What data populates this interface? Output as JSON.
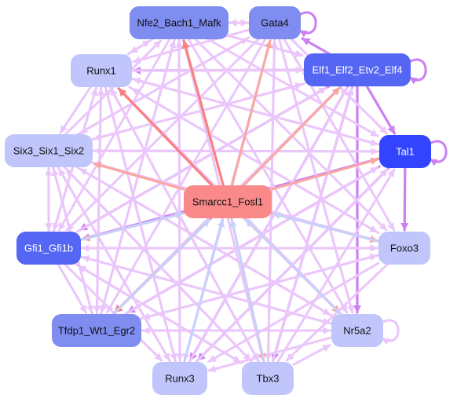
{
  "diagram": {
    "type": "gene-regulatory-network",
    "colors": {
      "hub": "#fa8a8a",
      "dark": "#3344ff",
      "medium": "#5566f5",
      "mid_light": "#7f8cf0",
      "light": "#c0c6fb",
      "edge_light": "#ebc6fb",
      "edge_purple": "#cc80f2",
      "edge_red": "#fa8080",
      "edge_salmon": "#faa6a0",
      "edge_blue": "#c6d2fb"
    },
    "nodes": [
      {
        "id": "smarcc1",
        "label": "Smarcc1_Fosl1",
        "tone": "hub"
      },
      {
        "id": "nfe2",
        "label": "Nfe2_Bach1_Mafk",
        "tone": "mid_light"
      },
      {
        "id": "gata4",
        "label": "Gata4",
        "tone": "mid_light"
      },
      {
        "id": "runx1",
        "label": "Runx1",
        "tone": "light"
      },
      {
        "id": "elf1",
        "label": "Elf1_Elf2_Etv2_Elf4",
        "tone": "medium"
      },
      {
        "id": "six3",
        "label": "Six3_Six1_Six2",
        "tone": "light"
      },
      {
        "id": "tal1",
        "label": "Tal1",
        "tone": "dark"
      },
      {
        "id": "gfi1",
        "label": "Gfi1_Gfi1b",
        "tone": "medium"
      },
      {
        "id": "foxo3",
        "label": "Foxo3",
        "tone": "light"
      },
      {
        "id": "tfdp1",
        "label": "Tfdp1_Wt1_Egr2",
        "tone": "mid_light"
      },
      {
        "id": "nr5a2",
        "label": "Nr5a2",
        "tone": "light"
      },
      {
        "id": "runx3",
        "label": "Runx3",
        "tone": "light"
      },
      {
        "id": "tbx3",
        "label": "Tbx3",
        "tone": "light"
      }
    ],
    "edges": [
      {
        "from": "smarcc1",
        "to": "nfe2",
        "tone": "edge_red"
      },
      {
        "from": "smarcc1",
        "to": "gata4",
        "tone": "edge_salmon"
      },
      {
        "from": "smarcc1",
        "to": "runx1",
        "tone": "edge_red"
      },
      {
        "from": "smarcc1",
        "to": "elf1",
        "tone": "edge_salmon"
      },
      {
        "from": "smarcc1",
        "to": "six3",
        "tone": "edge_salmon"
      },
      {
        "from": "smarcc1",
        "to": "tal1",
        "tone": "edge_salmon"
      },
      {
        "from": "smarcc1",
        "to": "gfi1",
        "tone": "edge_salmon"
      },
      {
        "from": "smarcc1",
        "to": "foxo3",
        "tone": "edge_salmon"
      },
      {
        "from": "smarcc1",
        "to": "tfdp1",
        "tone": "edge_red"
      },
      {
        "from": "smarcc1",
        "to": "nr5a2",
        "tone": "edge_salmon"
      },
      {
        "from": "smarcc1",
        "to": "tbx3",
        "tone": "edge_salmon"
      },
      {
        "from": "runx3",
        "to": "smarcc1",
        "tone": "edge_blue"
      },
      {
        "from": "tbx3",
        "to": "smarcc1",
        "tone": "edge_blue"
      },
      {
        "from": "nr5a2",
        "to": "smarcc1",
        "tone": "edge_blue"
      },
      {
        "from": "foxo3",
        "to": "smarcc1",
        "tone": "edge_blue"
      },
      {
        "from": "tfdp1",
        "to": "smarcc1",
        "tone": "edge_blue"
      },
      {
        "from": "gfi1",
        "to": "smarcc1",
        "tone": "edge_blue"
      },
      {
        "from": "elf1",
        "to": "tal1",
        "tone": "edge_purple"
      },
      {
        "from": "elf1",
        "to": "gata4",
        "tone": "edge_purple"
      },
      {
        "from": "elf1",
        "to": "nr5a2",
        "tone": "edge_purple"
      },
      {
        "from": "elf1",
        "to": "tbx3",
        "tone": "edge_purple"
      },
      {
        "from": "elf1",
        "to": "tfdp1",
        "tone": "edge_purple"
      },
      {
        "from": "elf1",
        "to": "runx3",
        "tone": "edge_purple"
      },
      {
        "from": "elf1",
        "to": "runx1",
        "tone": "edge_purple"
      },
      {
        "from": "elf1",
        "to": "gfi1",
        "tone": "edge_purple"
      },
      {
        "from": "tal1",
        "to": "foxo3",
        "tone": "edge_purple"
      },
      {
        "from": "tal1",
        "to": "tfdp1",
        "tone": "edge_purple"
      },
      {
        "from": "tal1",
        "to": "runx3",
        "tone": "edge_purple"
      },
      {
        "from": "tal1",
        "to": "gfi1",
        "tone": "edge_purple"
      },
      {
        "from": "six3",
        "to": "gfi1",
        "tone": "edge_light"
      },
      {
        "from": "gfi1",
        "to": "six3",
        "tone": "edge_light"
      },
      {
        "from": "six3",
        "to": "tal1",
        "tone": "edge_light"
      },
      {
        "from": "six3",
        "to": "elf1",
        "tone": "edge_light"
      },
      {
        "from": "six3",
        "to": "foxo3",
        "tone": "edge_light"
      },
      {
        "from": "six3",
        "to": "nr5a2",
        "tone": "edge_light"
      },
      {
        "from": "six3",
        "to": "tbx3",
        "tone": "edge_light"
      },
      {
        "from": "six3",
        "to": "runx3",
        "tone": "edge_light"
      },
      {
        "from": "six3",
        "to": "tfdp1",
        "tone": "edge_light"
      },
      {
        "from": "six3",
        "to": "nfe2",
        "tone": "edge_light"
      },
      {
        "from": "six3",
        "to": "gata4",
        "tone": "edge_light"
      },
      {
        "from": "runx1",
        "to": "elf1",
        "tone": "edge_light"
      },
      {
        "from": "runx1",
        "to": "tal1",
        "tone": "edge_light"
      },
      {
        "from": "runx1",
        "to": "foxo3",
        "tone": "edge_light"
      },
      {
        "from": "runx1",
        "to": "nr5a2",
        "tone": "edge_light"
      },
      {
        "from": "runx1",
        "to": "tbx3",
        "tone": "edge_light"
      },
      {
        "from": "runx1",
        "to": "runx3",
        "tone": "edge_light"
      },
      {
        "from": "runx1",
        "to": "tfdp1",
        "tone": "edge_light"
      },
      {
        "from": "runx1",
        "to": "gfi1",
        "tone": "edge_light"
      },
      {
        "from": "runx1",
        "to": "six3",
        "tone": "edge_light"
      },
      {
        "from": "nfe2",
        "to": "runx1",
        "tone": "edge_light"
      },
      {
        "from": "nfe2",
        "to": "elf1",
        "tone": "edge_light"
      },
      {
        "from": "nfe2",
        "to": "tal1",
        "tone": "edge_light"
      },
      {
        "from": "nfe2",
        "to": "foxo3",
        "tone": "edge_light"
      },
      {
        "from": "nfe2",
        "to": "nr5a2",
        "tone": "edge_light"
      },
      {
        "from": "nfe2",
        "to": "tbx3",
        "tone": "edge_light"
      },
      {
        "from": "nfe2",
        "to": "runx3",
        "tone": "edge_light"
      },
      {
        "from": "nfe2",
        "to": "tfdp1",
        "tone": "edge_light"
      },
      {
        "from": "nfe2",
        "to": "gfi1",
        "tone": "edge_light"
      },
      {
        "from": "gata4",
        "to": "runx1",
        "tone": "edge_light"
      },
      {
        "from": "gata4",
        "to": "tal1",
        "tone": "edge_light"
      },
      {
        "from": "gata4",
        "to": "foxo3",
        "tone": "edge_light"
      },
      {
        "from": "gata4",
        "to": "nr5a2",
        "tone": "edge_light"
      },
      {
        "from": "gata4",
        "to": "tbx3",
        "tone": "edge_light"
      },
      {
        "from": "gata4",
        "to": "runx3",
        "tone": "edge_light"
      },
      {
        "from": "gata4",
        "to": "tfdp1",
        "tone": "edge_light"
      },
      {
        "from": "gata4",
        "to": "gfi1",
        "tone": "edge_light"
      },
      {
        "from": "gata4",
        "to": "six3",
        "tone": "edge_light"
      },
      {
        "from": "foxo3",
        "to": "tfdp1",
        "tone": "edge_light"
      },
      {
        "from": "foxo3",
        "to": "runx3",
        "tone": "edge_light"
      },
      {
        "from": "foxo3",
        "to": "tbx3",
        "tone": "edge_light"
      },
      {
        "from": "foxo3",
        "to": "gfi1",
        "tone": "edge_light"
      },
      {
        "from": "foxo3",
        "to": "runx1",
        "tone": "edge_light"
      },
      {
        "from": "foxo3",
        "to": "six3",
        "tone": "edge_light"
      },
      {
        "from": "gfi1",
        "to": "tfdp1",
        "tone": "edge_light"
      },
      {
        "from": "gfi1",
        "to": "runx3",
        "tone": "edge_light"
      },
      {
        "from": "gfi1",
        "to": "tbx3",
        "tone": "edge_light"
      },
      {
        "from": "gfi1",
        "to": "nr5a2",
        "tone": "edge_light"
      },
      {
        "from": "gfi1",
        "to": "foxo3",
        "tone": "edge_light"
      },
      {
        "from": "gfi1",
        "to": "elf1",
        "tone": "edge_light"
      },
      {
        "from": "gfi1",
        "to": "runx1",
        "tone": "edge_light"
      },
      {
        "from": "tfdp1",
        "to": "elf1",
        "tone": "edge_light"
      },
      {
        "from": "tfdp1",
        "to": "tal1",
        "tone": "edge_light"
      },
      {
        "from": "tfdp1",
        "to": "foxo3",
        "tone": "edge_light"
      },
      {
        "from": "tfdp1",
        "to": "nr5a2",
        "tone": "edge_light"
      },
      {
        "from": "tfdp1",
        "to": "runx1",
        "tone": "edge_light"
      },
      {
        "from": "tfdp1",
        "to": "six3",
        "tone": "edge_light"
      },
      {
        "from": "tfdp1",
        "to": "nfe2",
        "tone": "edge_light"
      },
      {
        "from": "runx3",
        "to": "runx1",
        "tone": "edge_light"
      },
      {
        "from": "runx3",
        "to": "six3",
        "tone": "edge_light"
      },
      {
        "from": "runx3",
        "to": "nfe2",
        "tone": "edge_light"
      },
      {
        "from": "runx3",
        "to": "tal1",
        "tone": "edge_light"
      },
      {
        "from": "runx3",
        "to": "elf1",
        "tone": "edge_light"
      },
      {
        "from": "tbx3",
        "to": "nr5a2",
        "tone": "edge_light"
      },
      {
        "from": "tbx3",
        "to": "tal1",
        "tone": "edge_light"
      },
      {
        "from": "tbx3",
        "to": "gfi1",
        "tone": "edge_light"
      },
      {
        "from": "tbx3",
        "to": "runx1",
        "tone": "edge_light"
      },
      {
        "from": "tbx3",
        "to": "six3",
        "tone": "edge_light"
      },
      {
        "from": "tbx3",
        "to": "gata4",
        "tone": "edge_light"
      },
      {
        "from": "tbx3",
        "to": "elf1",
        "tone": "edge_light"
      },
      {
        "from": "nr5a2",
        "to": "tfdp1",
        "tone": "edge_light"
      },
      {
        "from": "nr5a2",
        "to": "runx3",
        "tone": "edge_light"
      },
      {
        "from": "nr5a2",
        "to": "six3",
        "tone": "edge_light"
      },
      {
        "from": "nr5a2",
        "to": "runx1",
        "tone": "edge_light"
      },
      {
        "from": "nr5a2",
        "to": "gfi1",
        "tone": "edge_light"
      },
      {
        "from": "tal1",
        "to": "six3",
        "tone": "edge_light"
      },
      {
        "from": "tal1",
        "to": "runx1",
        "tone": "edge_light"
      },
      {
        "from": "elf1",
        "to": "six3",
        "tone": "edge_light"
      },
      {
        "from": "nfe2",
        "to": "gata4",
        "tone": "edge_light"
      },
      {
        "from": "gata4",
        "to": "nfe2",
        "tone": "edge_light"
      },
      {
        "from": "runx1",
        "to": "nfe2",
        "tone": "edge_light"
      }
    ],
    "self_loops": [
      {
        "node": "gata4",
        "tone": "edge_purple"
      },
      {
        "node": "elf1",
        "tone": "edge_purple"
      },
      {
        "node": "tal1",
        "tone": "edge_purple"
      },
      {
        "node": "nr5a2",
        "tone": "edge_light"
      }
    ]
  }
}
